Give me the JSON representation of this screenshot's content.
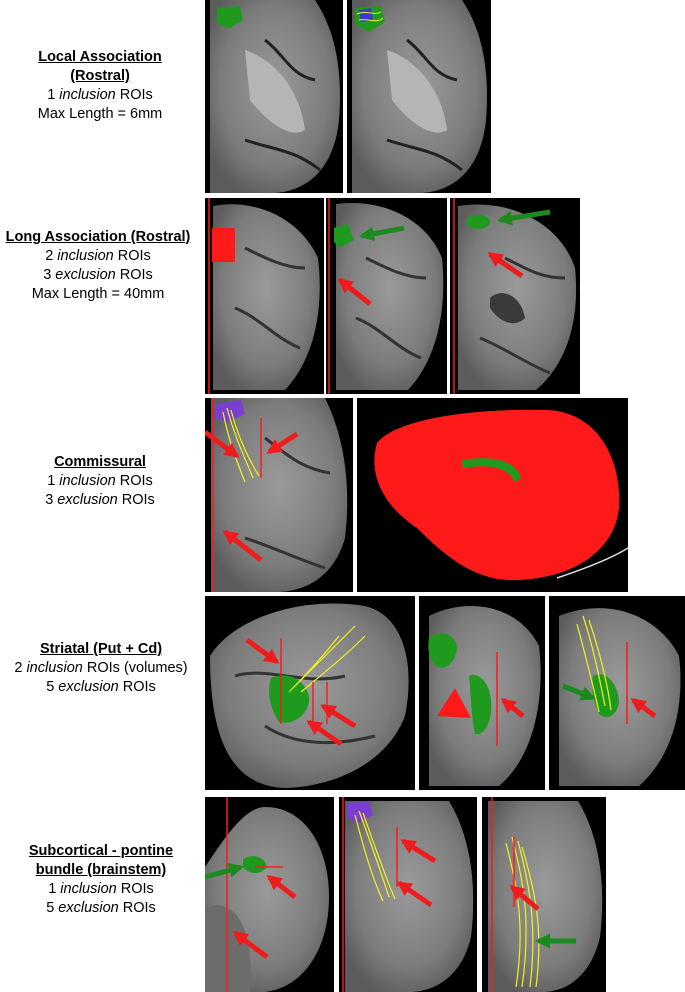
{
  "rows": [
    {
      "title_lines": [
        "Local Association",
        "(Rostral)"
      ],
      "lines": [
        {
          "pre": "1 ",
          "em": "inclusion",
          "post": " ROIs"
        },
        {
          "pre": "Max Length = 6mm",
          "em": "",
          "post": ""
        }
      ]
    },
    {
      "title_lines": [
        "Long Association (Rostral)"
      ],
      "lines": [
        {
          "pre": "2 ",
          "em": "inclusion",
          "post": " ROIs"
        },
        {
          "pre": "3 ",
          "em": "exclusion",
          "post": " ROIs"
        },
        {
          "pre": "Max Length = 40mm",
          "em": "",
          "post": ""
        }
      ]
    },
    {
      "title_lines": [
        "Commissural"
      ],
      "lines": [
        {
          "pre": "1 ",
          "em": "inclusion",
          "post": " ROIs"
        },
        {
          "pre": "3 ",
          "em": "exclusion",
          "post": " ROIs"
        }
      ]
    },
    {
      "title_lines": [
        "Striatal (Put + Cd)"
      ],
      "lines": [
        {
          "pre": "2 ",
          "em": "inclusion",
          "post": " ROIs (volumes)"
        },
        {
          "pre": "5 ",
          "em": "exclusion",
          "post": " ROIs"
        }
      ]
    },
    {
      "title_lines": [
        "Subcortical - pontine",
        "bundle (brainstem)"
      ],
      "lines": [
        {
          "pre": "1 ",
          "em": "inclusion",
          "post": " ROIs"
        },
        {
          "pre": "5 ",
          "em": "exclusion",
          "post": " ROIs"
        }
      ]
    }
  ],
  "colors": {
    "inclusion_roi": "#1f9a1f",
    "exclusion_roi": "#ff1a1a",
    "streamlines": "#f2f21a",
    "seed_roi": "#7a3fd0",
    "arrow_red": "#ee1c1c",
    "arrow_green": "#1c8a1c",
    "background": "#000000"
  }
}
